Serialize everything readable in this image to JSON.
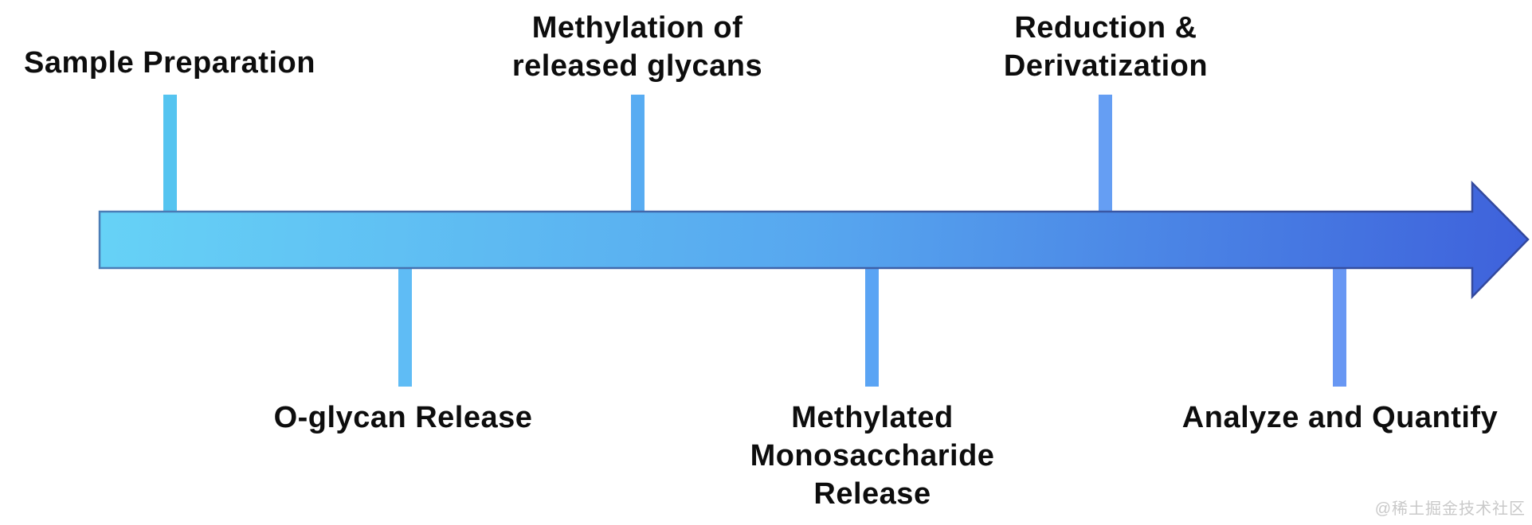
{
  "diagram": {
    "type": "process-timeline-arrow",
    "arrow": {
      "fill_start": "#66D2F6",
      "fill_mid": "#57A7EF",
      "fill_end": "#3E61DB",
      "border_start": "#4A7DB6",
      "border_end": "#32479C"
    },
    "steps": [
      {
        "label": "Sample Preparation",
        "side": "top",
        "tick_color": "#55C4F0"
      },
      {
        "label": "O-glycan Release",
        "side": "bottom",
        "tick_color": "#5FBCF5"
      },
      {
        "label": "Methylation of\nreleased glycans",
        "side": "top",
        "tick_color": "#58ACF2"
      },
      {
        "label": "Methylated\nMonosaccharide\nRelease",
        "side": "bottom",
        "tick_color": "#5AA4F4"
      },
      {
        "label": "Reduction &\nDerivatization",
        "side": "top",
        "tick_color": "#659EF3"
      },
      {
        "label": "Analyze and Quantify",
        "side": "bottom",
        "tick_color": "#6897F3"
      }
    ]
  },
  "watermark": {
    "text": "@稀土掘金技术社区",
    "color": "#C9C9C9"
  }
}
